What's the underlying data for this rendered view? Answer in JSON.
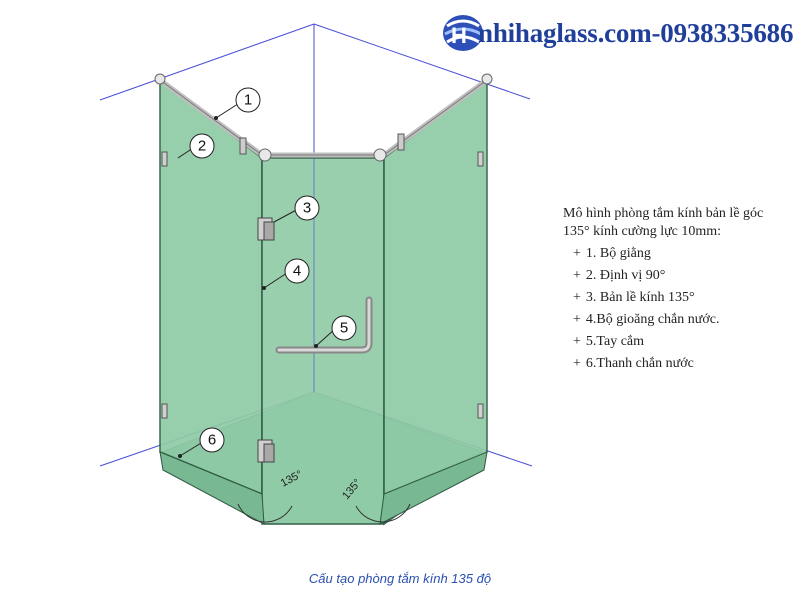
{
  "brand": {
    "site_text": "nhihaglass.com-0938335686",
    "logo_icon": "nhiha-logo-icon",
    "brand_color": "#1f3f9a"
  },
  "description": {
    "intro": "Mô hình phòng tắm kính bản lề góc 135° kính cường lực 10mm:",
    "items": [
      {
        "plus": "+",
        "text": "1. Bộ giằng"
      },
      {
        "plus": "+",
        "text": "2. Định vị 90°"
      },
      {
        "plus": "+",
        "text": "3. Bản lề kính 135°"
      },
      {
        "plus": "+",
        "text": "4.Bộ gioăng chắn nước."
      },
      {
        "plus": "+",
        "text": "5.Tay cắm"
      },
      {
        "plus": "+",
        "text": "6.Thanh chắn nước"
      }
    ]
  },
  "callouts": [
    "1",
    "2",
    "3",
    "4",
    "5",
    "6"
  ],
  "angle_labels": [
    "135°",
    "135°"
  ],
  "caption": "Cấu tạo phòng tắm kính 135 độ",
  "colors": {
    "glass": "#8fcaa6",
    "glass_edge": "#2e5a43",
    "room_lines": "#4a4ed8",
    "caption": "#2a4fb0"
  }
}
